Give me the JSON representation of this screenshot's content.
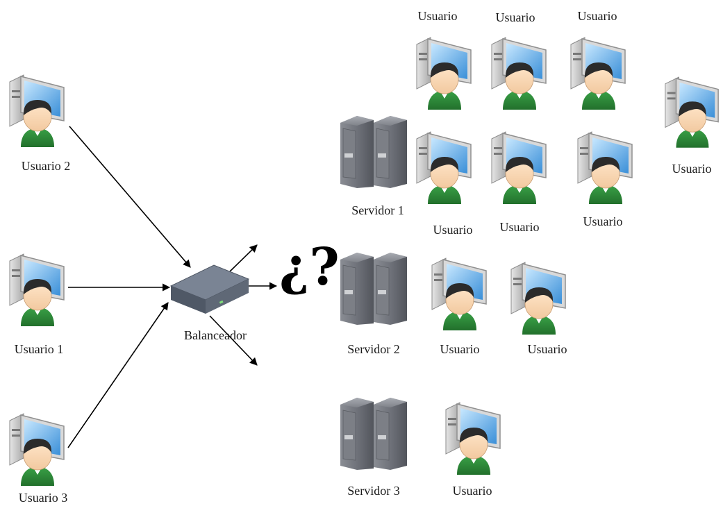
{
  "diagram": {
    "clients": [
      {
        "label": "Usuario 2"
      },
      {
        "label": "Usuario 1"
      },
      {
        "label": "Usuario 3"
      }
    ],
    "balancer": {
      "label": "Balanceador"
    },
    "question": "¿?",
    "servers": [
      {
        "label": "Servidor 1"
      },
      {
        "label": "Servidor 2"
      },
      {
        "label": "Servidor 3"
      }
    ],
    "server1_users": [
      {
        "label": "Usuario"
      },
      {
        "label": "Usuario"
      },
      {
        "label": "Usuario"
      },
      {
        "label": "Usuario"
      },
      {
        "label": "Usuario"
      },
      {
        "label": "Usuario"
      },
      {
        "label": "Usuario"
      }
    ],
    "server2_users": [
      {
        "label": "Usuario"
      },
      {
        "label": "Usuario"
      }
    ],
    "server3_users": [
      {
        "label": "Usuario"
      }
    ],
    "colors": {
      "monitor_screen": "#4a9fe0",
      "shirt": "#2f8a3a",
      "server": "#6e7078",
      "balancer": "#5d6775",
      "arrow": "#000000"
    }
  }
}
